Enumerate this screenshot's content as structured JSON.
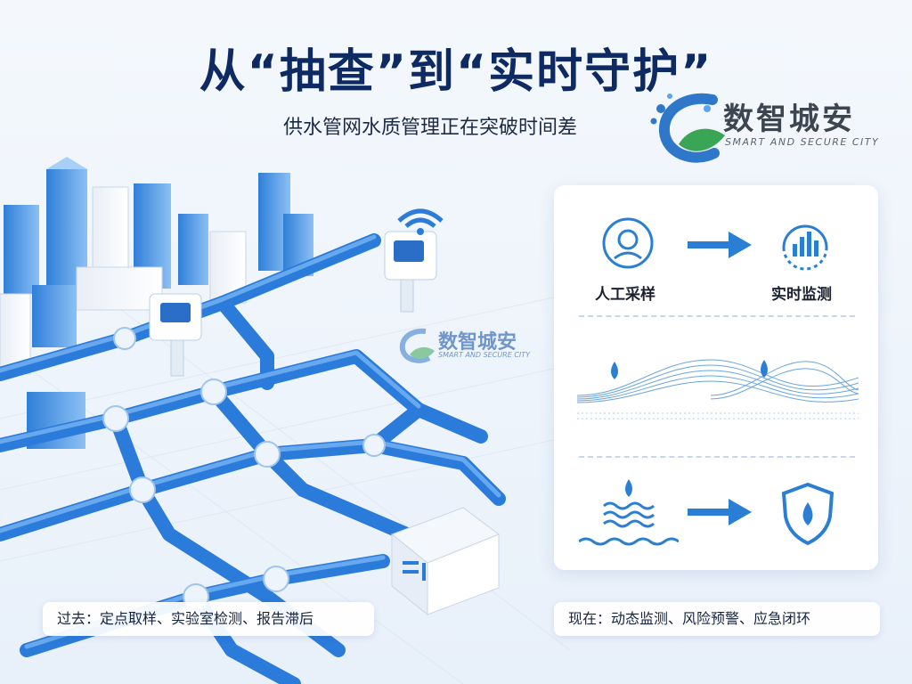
{
  "header": {
    "title": "从“抽查”到“实时守护”",
    "subtitle": "供水管网水质管理正在突破时间差"
  },
  "brand": {
    "name": "数智城安",
    "tagline": "SMART AND SECURE CITY",
    "colors": {
      "green": "#3aa655",
      "blue": "#2f78c9",
      "gray": "#3c4550"
    }
  },
  "panel": {
    "step_from": "人工采样",
    "step_to": "实时监测",
    "icons": [
      "person-icon",
      "arrow-right-icon",
      "signal-bars-icon",
      "water-drop-icon",
      "wave-icon",
      "shield-drop-icon"
    ]
  },
  "captions": {
    "past": "过去：定点取样、实验室检测、报告滞后",
    "now": "现在：动态监测、风险预警、应急闭环"
  },
  "colors": {
    "pipe": "#2b7bdb",
    "pipe_light": "#5aa3f0",
    "title": "#0e2a63",
    "panel_accent": "#2a7fd4"
  }
}
